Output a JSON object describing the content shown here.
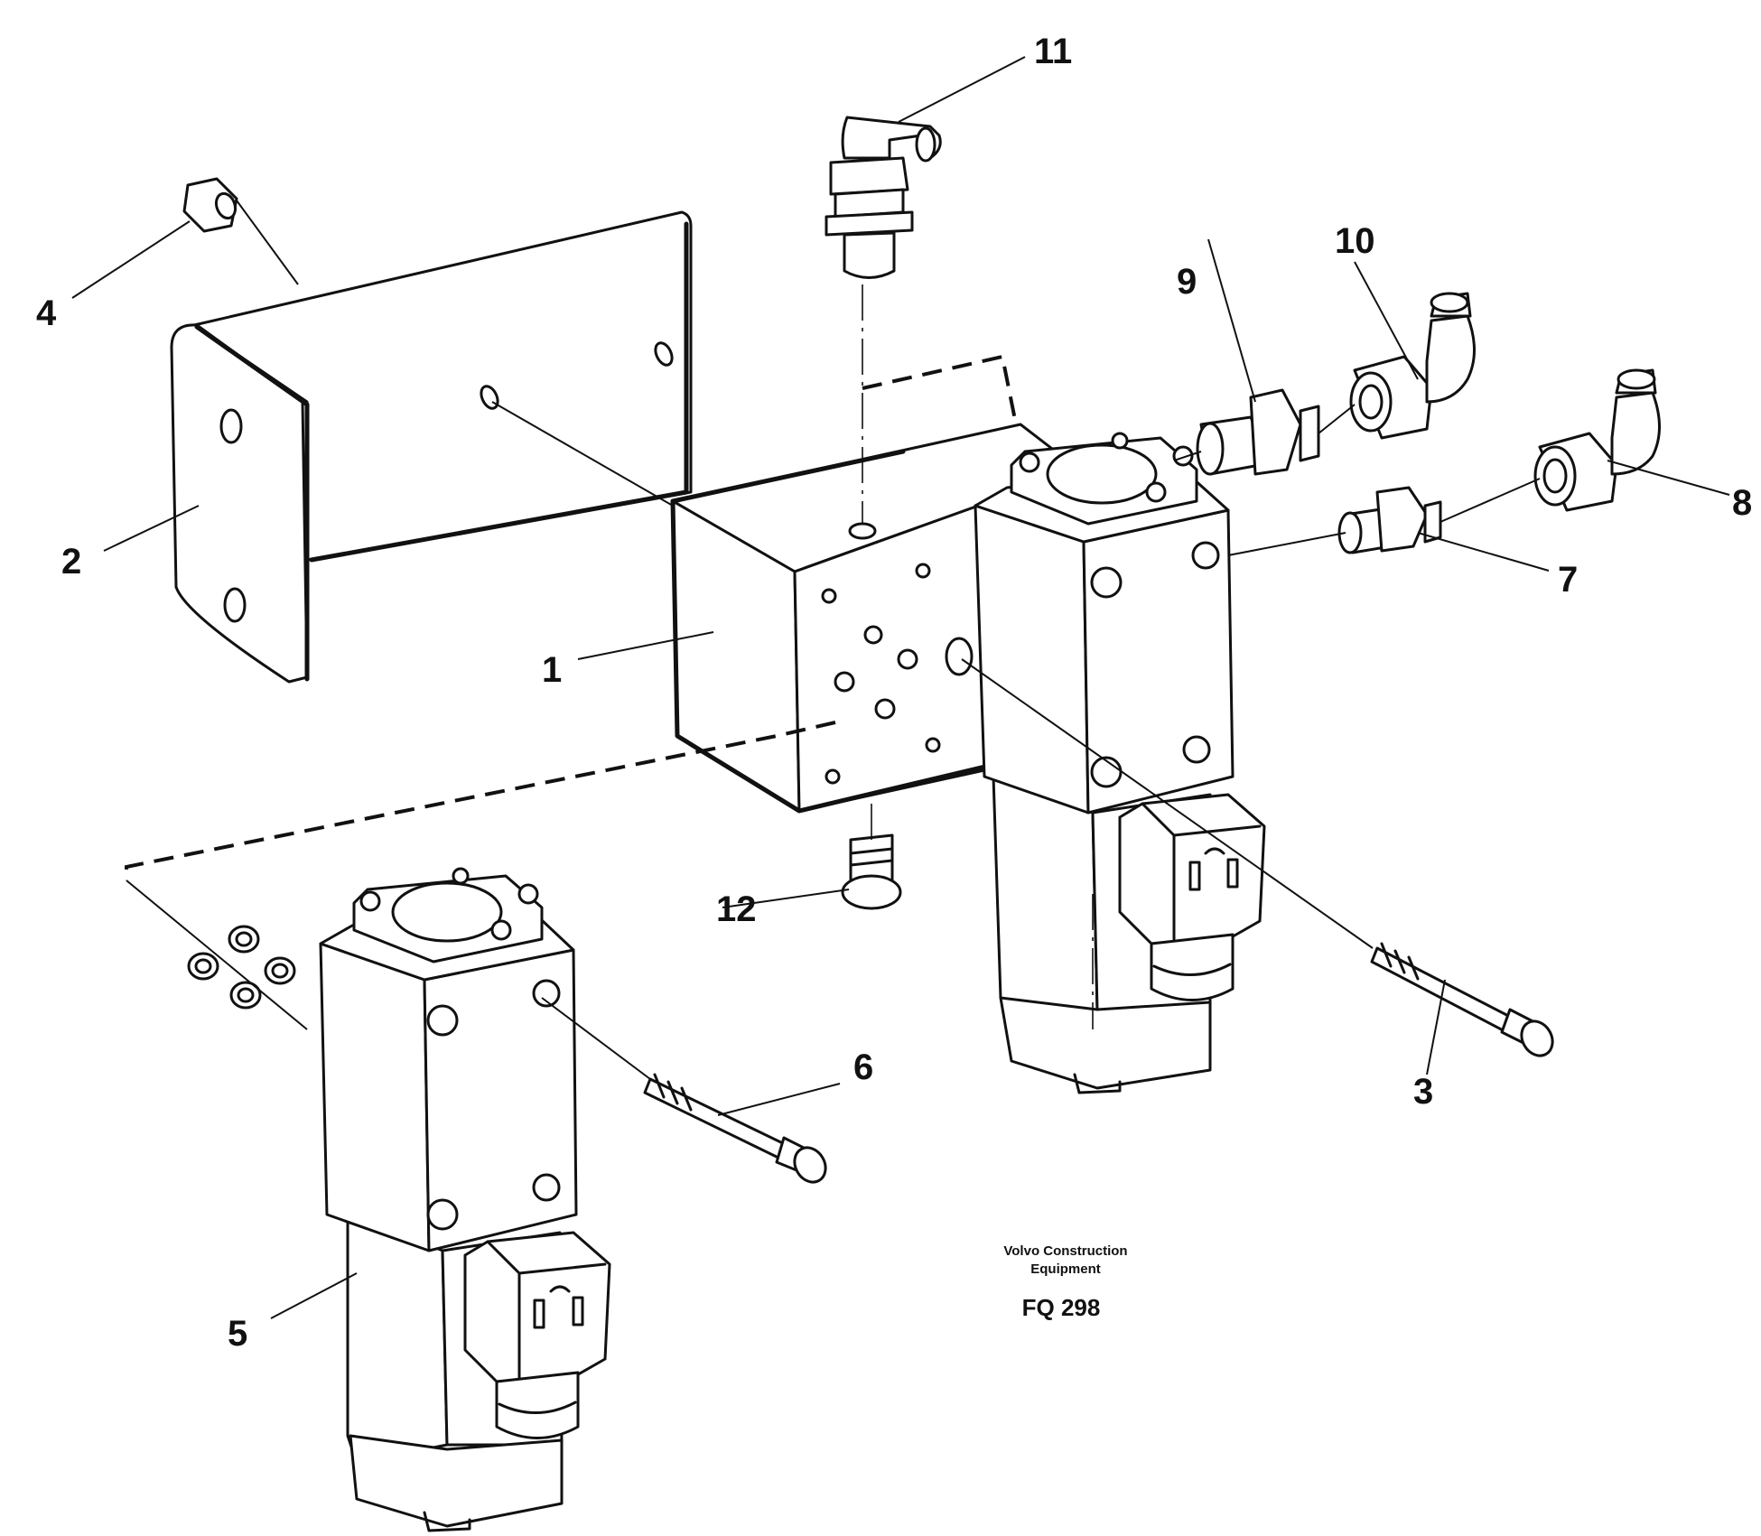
{
  "drawing": {
    "publisher_line1": "Volvo Construction",
    "publisher_line2": "Equipment",
    "figure_code": "FQ 298"
  },
  "callouts": [
    {
      "id": "1",
      "label": "1"
    },
    {
      "id": "2",
      "label": "2"
    },
    {
      "id": "3",
      "label": "3"
    },
    {
      "id": "4",
      "label": "4"
    },
    {
      "id": "5",
      "label": "5"
    },
    {
      "id": "6",
      "label": "6"
    },
    {
      "id": "7",
      "label": "7"
    },
    {
      "id": "8",
      "label": "8"
    },
    {
      "id": "9",
      "label": "9"
    },
    {
      "id": "10",
      "label": "10"
    },
    {
      "id": "11",
      "label": "11"
    },
    {
      "id": "12",
      "label": "12"
    }
  ]
}
